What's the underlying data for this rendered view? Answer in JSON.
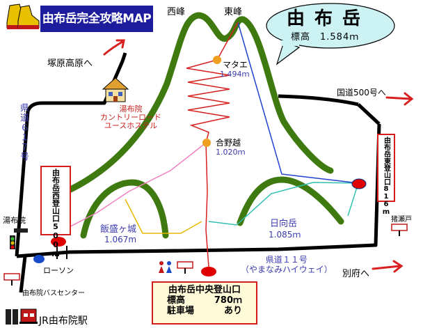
{
  "title": "由布岳完全攻略MAP",
  "mountain": {
    "name": "由布岳",
    "elevation": "標高　1.584ｍ"
  },
  "peaks": {
    "west": "西峰",
    "east": "東峰"
  },
  "points": {
    "matae": {
      "name": "マタエ",
      "elevation": "1.494ｍ"
    },
    "gouyagoe": {
      "name": "合野越",
      "elevation": "1.020ｍ"
    },
    "iimorigajo": {
      "name": "飯盛ヶ城",
      "elevation": "1.067m"
    },
    "hyugadake": {
      "name": "日向岳",
      "elevation": "1.085ｍ"
    }
  },
  "places": {
    "tsukaharu": "塚原高原へ",
    "hostel": [
      "湯布院",
      "カントリーロード",
      "ユースホステル"
    ],
    "route617": "県道６１７号",
    "route500": "国道500号へ",
    "route11": [
      "県道１１号",
      "（やまなみハイウェイ）"
    ],
    "beppu": "別府へ",
    "yufuin": "湯布院",
    "lawson": "ローソン",
    "busCenter": "由布院バスセンター",
    "station": "JR由布院駅",
    "inosedo": "猪瀬戸"
  },
  "trailheads": {
    "west": "由布岳西登山口500m",
    "east": "由布岳東登山口816m",
    "central": {
      "name": "由布岳中央登山口",
      "elevLabel": "標高",
      "elevValue": "780ｍ",
      "parkingLabel": "駐車場",
      "parkingValue": "あり"
    }
  },
  "colors": {
    "ridge": "#3f7a10",
    "zigzag": "#d82020",
    "road": "#000000",
    "pinkTrail": "#f080c0",
    "yellowTrail": "#e8b800",
    "tealTrail": "#30c0b0",
    "blueTrail": "#2040d0",
    "marker": "#f0a020",
    "trailhead": "#e00000",
    "titleBg": "#1c1c9c",
    "bubbleBg": "#ccf2f4"
  }
}
